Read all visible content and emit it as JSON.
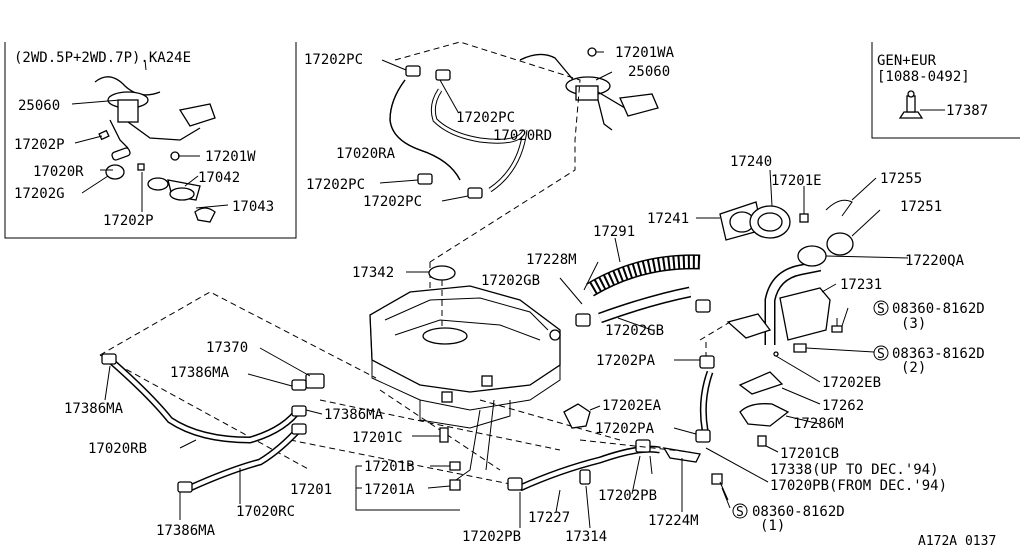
{
  "figure_code": "A172A 0137",
  "insets": {
    "left_title": "(2WD.5P+2WD.7P).KA24E",
    "right_title_1": "GEN+EUR",
    "right_title_2": "[1088-0492]"
  },
  "labels": {
    "p25060_inset": "25060",
    "p17202P_a": "17202P",
    "p17020R": "17020R",
    "p17202G": "17202G",
    "p17201W": "17201W",
    "p17042": "17042",
    "p17202P_b": "17202P",
    "p17043": "17043",
    "p17202PC_1": "17202PC",
    "p17202PC_2": "17202PC",
    "p17020RD": "17020RD",
    "p17020RA": "17020RA",
    "p17202PC_3": "17202PC",
    "p17202PC_4": "17202PC",
    "p17201WA": "17201WA",
    "p25060": "25060",
    "p17387": "17387",
    "p17240": "17240",
    "p17201E": "17201E",
    "p17255": "17255",
    "p17241": "17241",
    "p17251": "17251",
    "p17291": "17291",
    "p17228M": "17228M",
    "p17202GB_1": "17202GB",
    "p17342": "17342",
    "p17220QA": "17220QA",
    "p17231": "17231",
    "p08360_1": "08360-8162D",
    "p08360_1_qty": "(3)",
    "p17202GB_2": "17202GB",
    "p08363": "08363-8162D",
    "p08363_qty": "(2)",
    "p17202PA_1": "17202PA",
    "p17202EB": "17202EB",
    "p17262": "17262",
    "p17286M": "17286M",
    "p17370": "17370",
    "p17386MA_1": "17386MA",
    "p17386MA_2": "17386MA",
    "p17386MA_3": "17386MA",
    "p17020RB": "17020RB",
    "p17201C": "17201C",
    "p17202EA": "17202EA",
    "p17202PA_2": "17202PA",
    "p17201CB": "17201CB",
    "p17338": "17338(UP TO DEC.'94)",
    "p17020PB": "17020PB(FROM DEC.'94)",
    "p17201B": "17201B",
    "p17201": "17201",
    "p17201A": "17201A",
    "p17202PB_1": "17202PB",
    "p08360_2": "08360-8162D",
    "p08360_2_qty": "(1)",
    "p17386MA_4": "17386MA",
    "p17020RC": "17020RC",
    "p17227": "17227",
    "p17314": "17314",
    "p17202PB_2": "17202PB",
    "p17224M": "17224M"
  }
}
